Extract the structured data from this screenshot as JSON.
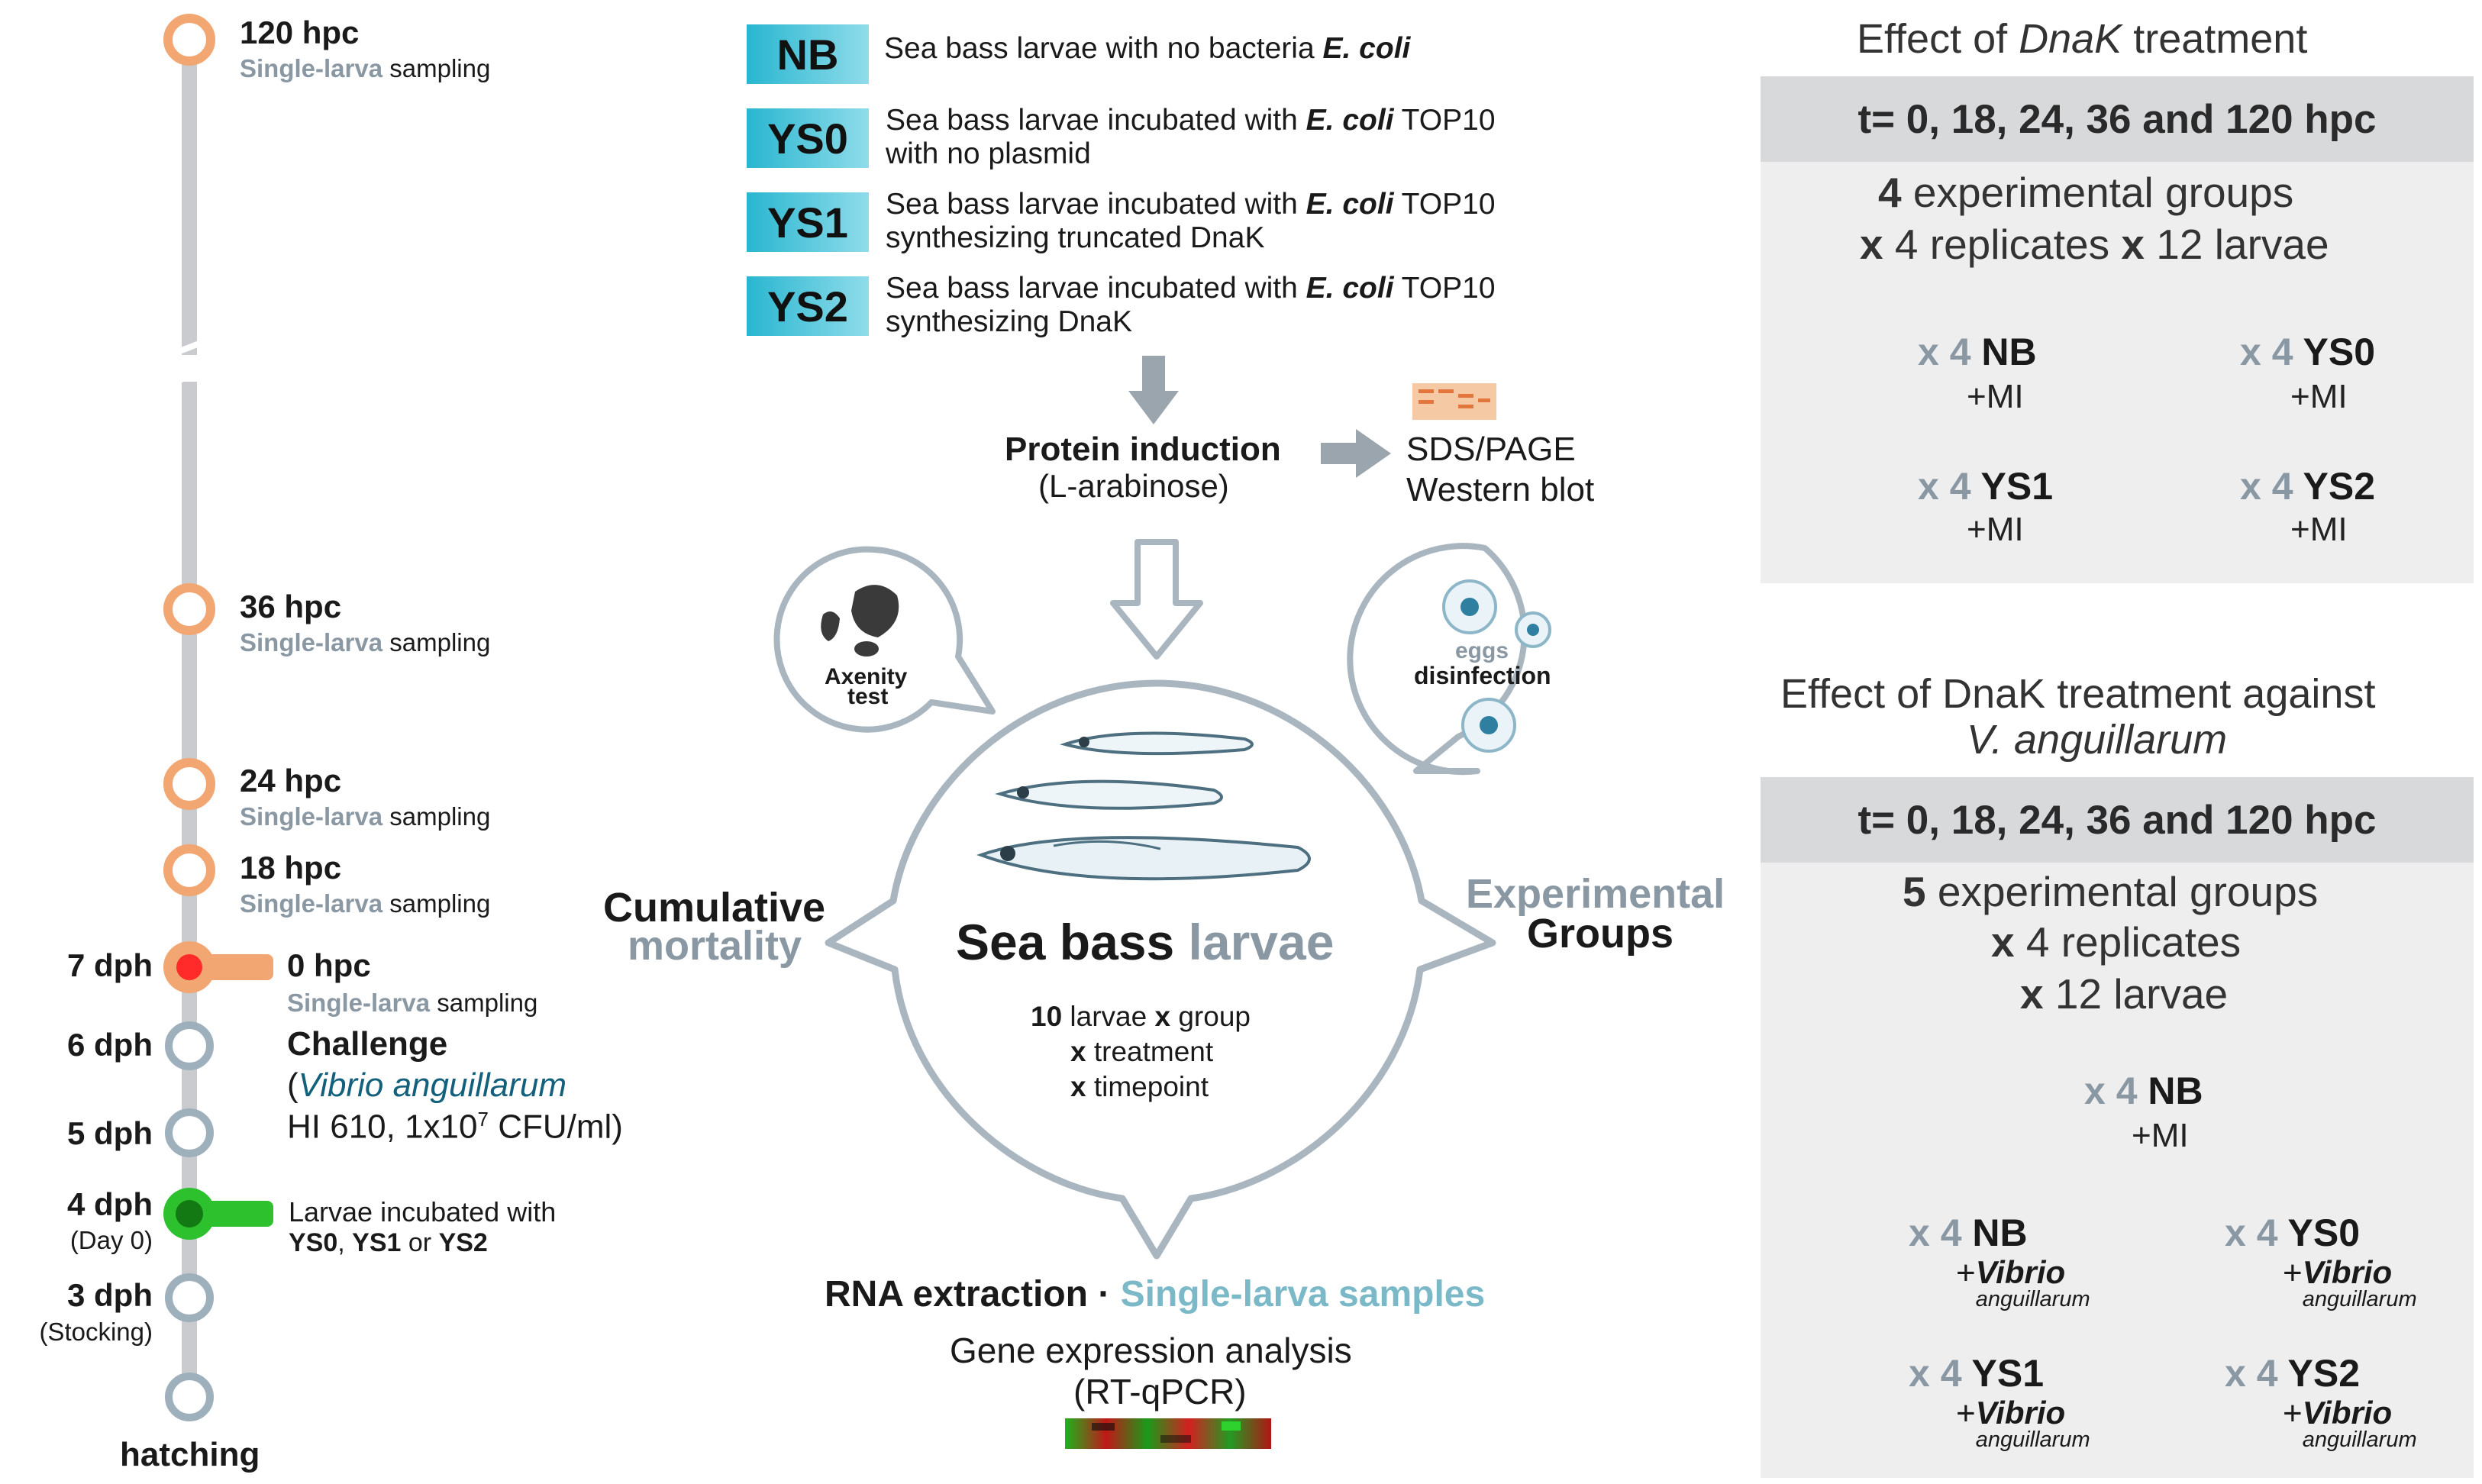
{
  "timeline": {
    "times": [
      {
        "label": "120 hpc",
        "sampling_prefix": "Single-larva",
        "sampling_suffix": "sampling"
      },
      {
        "label": "36 hpc",
        "sampling_prefix": "Single-larva",
        "sampling_suffix": "sampling"
      },
      {
        "label": "24 hpc",
        "sampling_prefix": "Single-larva",
        "sampling_suffix": "sampling"
      },
      {
        "label": "18 hpc",
        "sampling_prefix": "Single-larva",
        "sampling_suffix": "sampling"
      },
      {
        "label": "0 hpc",
        "sampling_prefix": "Single-larva",
        "sampling_suffix": "sampling"
      }
    ],
    "days": [
      {
        "label": "7 dph",
        "sub": ""
      },
      {
        "label": "6 dph",
        "sub": ""
      },
      {
        "label": "5 dph",
        "sub": ""
      },
      {
        "label": "4 dph",
        "sub": "(Day 0)"
      },
      {
        "label": "3 dph",
        "sub": "(Stocking)"
      }
    ],
    "hatching": "hatching",
    "challenge": {
      "title": "Challenge",
      "paren_open": "(",
      "species": "Vibrio anguillarum",
      "strain": "HI 610, 1x10",
      "exp": "7",
      "unit": " CFU/ml)"
    },
    "incubation": {
      "line1": "Larvae incubated with",
      "line2_a": "YS0",
      "line2_sep1": ", ",
      "line2_b": "YS1",
      "line2_or": " or ",
      "line2_c": "YS2"
    },
    "colors": {
      "orange": "#f2a772",
      "grey_node": "#9fb0bd",
      "green": "#2ec12e",
      "red": "#ff2a2a",
      "line": "#c9cbce"
    }
  },
  "legend": [
    {
      "code": "NB",
      "l1_pre": "Sea bass larvae with no bacteria ",
      "l1_it": "E. coli",
      "l1_post": "",
      "l2": ""
    },
    {
      "code": "YS0",
      "l1_pre": "Sea bass larvae incubated with ",
      "l1_it": "E. coli",
      "l1_post": " TOP10",
      "l2": "with no plasmid"
    },
    {
      "code": "YS1",
      "l1_pre": "Sea bass larvae incubated with ",
      "l1_it": "E. coli",
      "l1_post": " TOP10",
      "l2": "synthesizing truncated DnaK"
    },
    {
      "code": "YS2",
      "l1_pre": "Sea bass larvae incubated with ",
      "l1_it": "E. coli",
      "l1_post": " TOP10",
      "l2": "synthesizing DnaK"
    }
  ],
  "center": {
    "induction_title": "Protein induction",
    "induction_sub": "(L-arabinose)",
    "sds": "SDS/PAGE",
    "western": "Western blot",
    "axenity_1": "Axenity",
    "axenity_2": "test",
    "eggs_1": "eggs",
    "eggs_2": "disinfection",
    "main_title_a": "Sea bass",
    "main_title_b": " larvae",
    "sub_l1_n": "10",
    "sub_l1_a": " larvae ",
    "sub_l1_x": "x",
    "sub_l1_b": " group",
    "sub_l2_x": "x",
    "sub_l2": " treatment",
    "sub_l3_x": "x",
    "sub_l3": " timepoint",
    "cum_1": "Cumulative",
    "cum_2": "mortality",
    "exp_1": "Experimental",
    "exp_2": "Groups",
    "rna_a": "RNA extraction · ",
    "rna_b": "Single-larva samples",
    "gene_1": "Gene expression analysis",
    "gene_2": "(RT-qPCR)"
  },
  "panel1": {
    "title_pre": "Effect of ",
    "title_it": "DnaK",
    "title_post": " treatment",
    "header": "t= 0, 18, 24, 36 and 120 hpc",
    "groups_n": "4",
    "groups_text": " experimental groups",
    "rep_x": "x",
    "rep_n": " 4",
    "rep_text": " replicates ",
    "rep_x2": "x",
    "rep_n2": " 12",
    "rep_text2": " larvae",
    "cups": [
      {
        "mult": "x 4",
        "code": "NB",
        "sub": "+MI"
      },
      {
        "mult": "x 4",
        "code": "YS0",
        "sub": "+MI"
      },
      {
        "mult": "x 4",
        "code": "YS1",
        "sub": "+MI"
      },
      {
        "mult": "x 4",
        "code": "YS2",
        "sub": "+MI"
      }
    ]
  },
  "panel2": {
    "title_l1": "Effect of DnaK treatment against",
    "title_l2": "V. anguillarum",
    "header": "t= 0, 18, 24, 36 and 120 hpc",
    "groups_n": "5",
    "groups_text": " experimental groups",
    "rep_line": " 4 replicates",
    "rep_x": "x",
    "larvae_x": "x",
    "larvae_line": " 12 larvae",
    "top_cup": {
      "mult": "x 4",
      "code": "NB",
      "sub": "+MI"
    },
    "cups": [
      {
        "mult": "x 4",
        "code": "NB",
        "plus": "+",
        "v1": "Vibrio",
        "v2": "anguillarum"
      },
      {
        "mult": "x 4",
        "code": "YS0",
        "plus": "+",
        "v1": "Vibrio",
        "v2": "anguillarum"
      },
      {
        "mult": "x 4",
        "code": "YS1",
        "plus": "+",
        "v1": "Vibrio",
        "v2": "anguillarum"
      },
      {
        "mult": "x 4",
        "code": "YS2",
        "plus": "+",
        "v1": "Vibrio",
        "v2": "anguillarum"
      }
    ]
  }
}
